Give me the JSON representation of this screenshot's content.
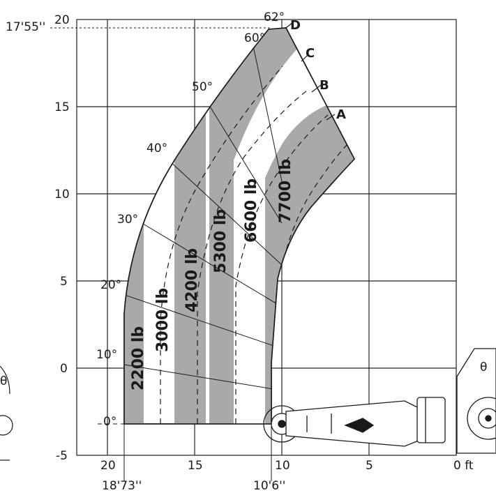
{
  "chart_data": {
    "type": "load chart",
    "x_axis": {
      "ticks": [
        "20",
        "15",
        "10",
        "5",
        "0 ft"
      ],
      "range_ft": [
        22,
        0
      ],
      "reversed": true
    },
    "y_axis": {
      "ticks": [
        "20",
        "15",
        "10",
        "5",
        "0",
        "-5"
      ],
      "range_ft": [
        -5,
        20
      ]
    },
    "grid": true,
    "dimensions": {
      "max_height": "17'55''",
      "max_reach": "18'73''",
      "reach_at_height": "10'6''"
    },
    "angles": [
      "0°",
      "10°",
      "20°",
      "30°",
      "40°",
      "50°",
      "60°",
      "62°"
    ],
    "extensions": [
      "A",
      "B",
      "C",
      "D"
    ],
    "capacity_zones": [
      {
        "label": "2200 lb",
        "capacity_lb": 2200
      },
      {
        "label": "3000 lb",
        "capacity_lb": 3000
      },
      {
        "label": "4200 lb",
        "capacity_lb": 4200
      },
      {
        "label": "5300 lb",
        "capacity_lb": 5300
      },
      {
        "label": "6600 lb",
        "capacity_lb": 6600
      },
      {
        "label": "7700 lb",
        "capacity_lb": 7700
      }
    ],
    "colors": {
      "zone_fill": "#a9a9a9",
      "line": "#1a1a1a",
      "grid": "#222222"
    }
  },
  "machine": {
    "icon": "telehandler-icon",
    "joint_symbol": "θ"
  }
}
